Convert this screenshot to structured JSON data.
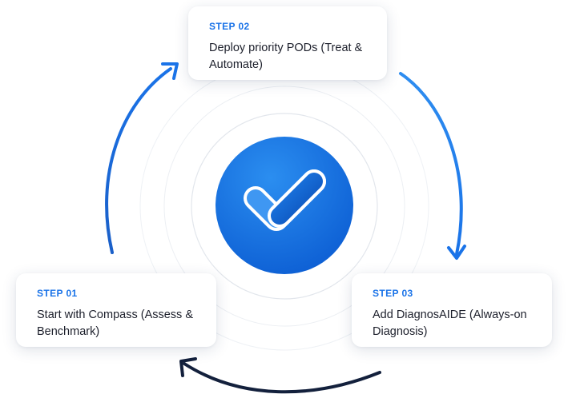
{
  "steps": [
    {
      "label": "STEP 01",
      "text": "Start with Compass (Assess & Benchmark)"
    },
    {
      "label": "STEP 02",
      "text": "Deploy priority PODs (Treat & Automate)"
    },
    {
      "label": "STEP 03",
      "text": "Add DiagnosAIDE (Always-on Diagnosis)"
    }
  ],
  "colors": {
    "accent": "#1a73e8",
    "hub_gradient_top": "#2b8ef0",
    "hub_gradient_bottom": "#0d5fd4",
    "return_arrow": "#13203c",
    "ring": "#e6e9ee",
    "text": "#1c1f2b"
  },
  "icons": {
    "hub": "checkmark-logo-icon"
  }
}
